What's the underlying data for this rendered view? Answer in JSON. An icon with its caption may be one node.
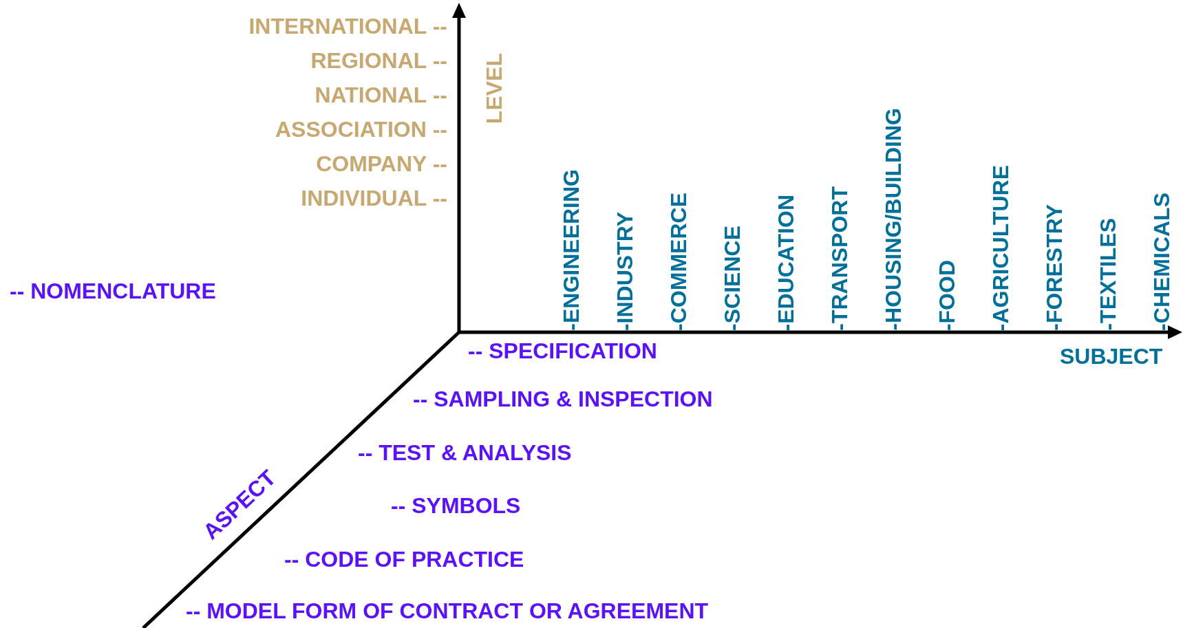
{
  "diagram": {
    "labels": [
      "LEVEL",
      "INTERNATIONAL --",
      "REGIONAL --",
      "NATIONAL --",
      "ASSOCIATION --",
      "COMPANY --",
      "INDIVIDUAL --",
      "-ENGINEERING",
      "-INDUSTRY",
      "-COMMERCE",
      "-SCIENCE",
      "-EDUCATION",
      "-TRANSPORT",
      "-HOUSING/BUILDING",
      "-FOOD",
      "-AGRICULTURE",
      "-FORESTRY",
      "-TEXTILES",
      "-CHEMICALS",
      "SUBJECT",
      "-- NOMENCLATURE",
      "-- SPECIFICATION",
      "-- SAMPLING & INSPECTION",
      "-- TEST & ANALYSIS",
      "-- SYMBOLS",
      "-- CODE OF PRACTICE",
      "ASPECT",
      "-- MODEL FORM OF CONTRACT OR AGREEMENT"
    ]
  }
}
